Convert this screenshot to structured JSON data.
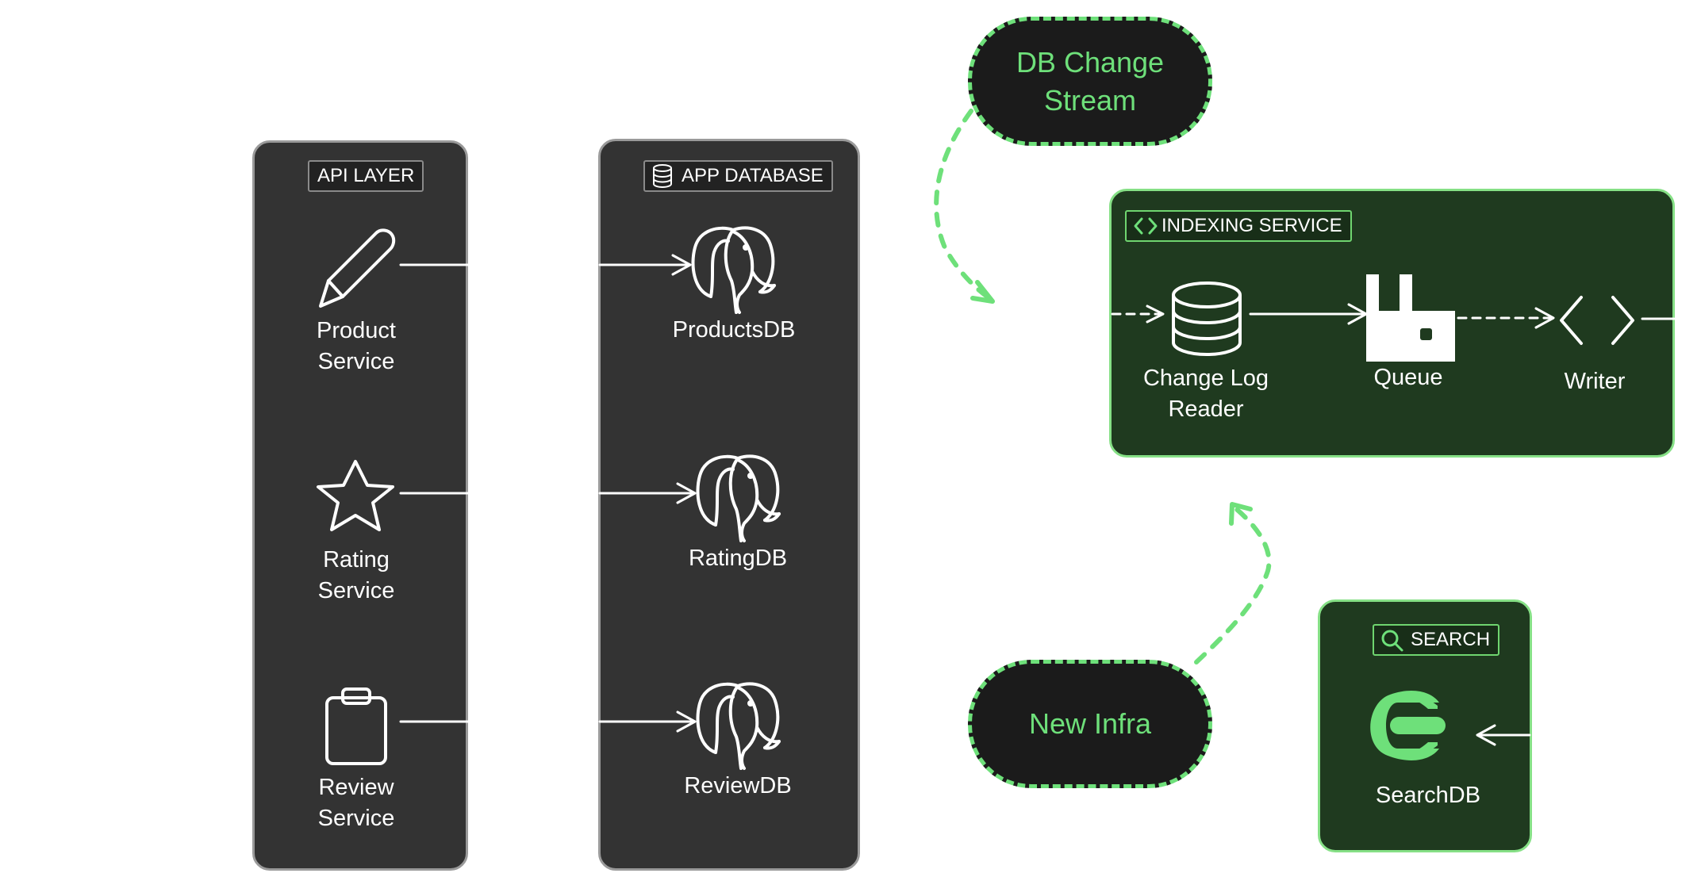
{
  "colors": {
    "panel": "#333333",
    "panel_border": "#9a9a9a",
    "green_panel": "#1f3a1f",
    "green_accent": "#6ee07a",
    "line": "#ffffff"
  },
  "api_layer": {
    "title": "API LAYER",
    "services": [
      {
        "icon": "pencil-icon",
        "line1": "Product",
        "line2": "Service"
      },
      {
        "icon": "star-icon",
        "line1": "Rating",
        "line2": "Service"
      },
      {
        "icon": "clipboard-icon",
        "line1": "Review",
        "line2": "Service"
      }
    ]
  },
  "app_database": {
    "title": "APP DATABASE",
    "title_icon": "database-icon",
    "databases": [
      {
        "icon": "postgres-elephant-icon",
        "label": "ProductsDB"
      },
      {
        "icon": "postgres-elephant-icon",
        "label": "RatingDB"
      },
      {
        "icon": "postgres-elephant-icon",
        "label": "ReviewDB"
      }
    ]
  },
  "stream_pill": {
    "line1": "DB Change",
    "line2": "Stream"
  },
  "infra_pill": {
    "label": "New Infra"
  },
  "indexing_service": {
    "title": "INDEXING SERVICE",
    "title_icon": "code-brackets-icon",
    "reader": {
      "icon": "database-icon",
      "line1": "Change Log",
      "line2": "Reader"
    },
    "queue": {
      "icon": "rabbitmq-icon",
      "label": "Queue"
    },
    "writer": {
      "icon": "angle-brackets-icon",
      "label": "Writer"
    }
  },
  "search": {
    "title": "SEARCH",
    "title_icon": "search-icon",
    "db": {
      "icon": "elastic-icon",
      "label": "SearchDB"
    }
  }
}
